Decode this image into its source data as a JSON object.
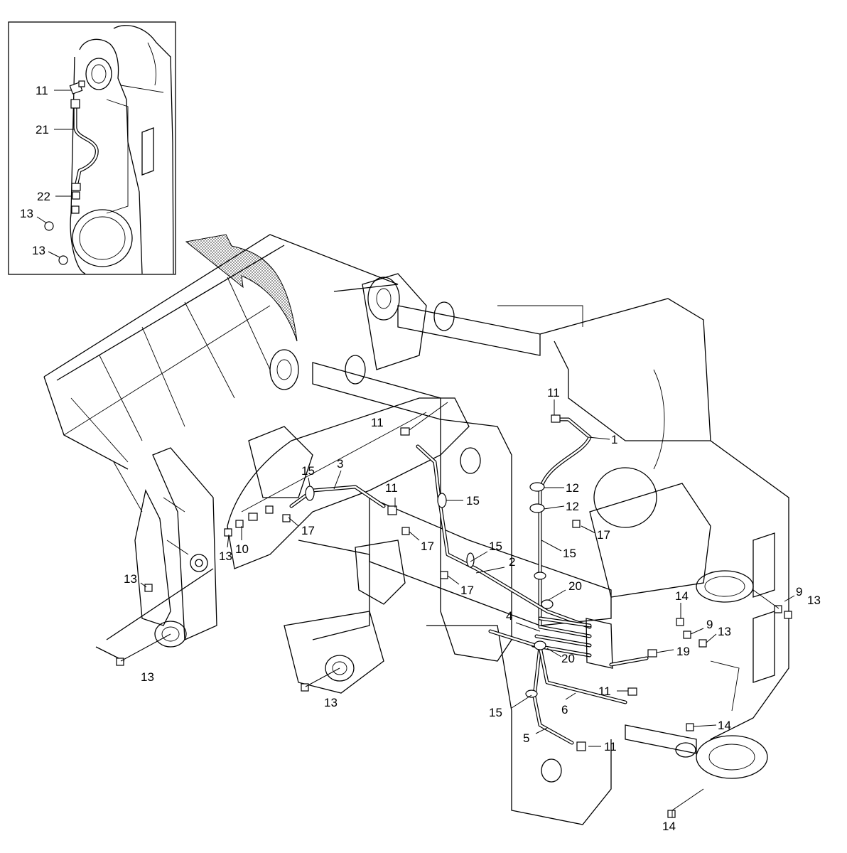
{
  "callouts": {
    "inset": [
      "11",
      "21",
      "22",
      "13",
      "13"
    ],
    "main": [
      "11",
      "1",
      "12",
      "12",
      "17",
      "15",
      "11",
      "15",
      "3",
      "11",
      "15",
      "17",
      "17",
      "13",
      "10",
      "13",
      "15",
      "2",
      "17",
      "20",
      "4",
      "20",
      "13",
      "13",
      "14",
      "9",
      "13",
      "9",
      "13",
      "19",
      "11",
      "6",
      "15",
      "5",
      "11",
      "14",
      "14"
    ]
  },
  "colors": {
    "line": "#000000",
    "background": "#ffffff",
    "arrow_dots": "#808080"
  }
}
